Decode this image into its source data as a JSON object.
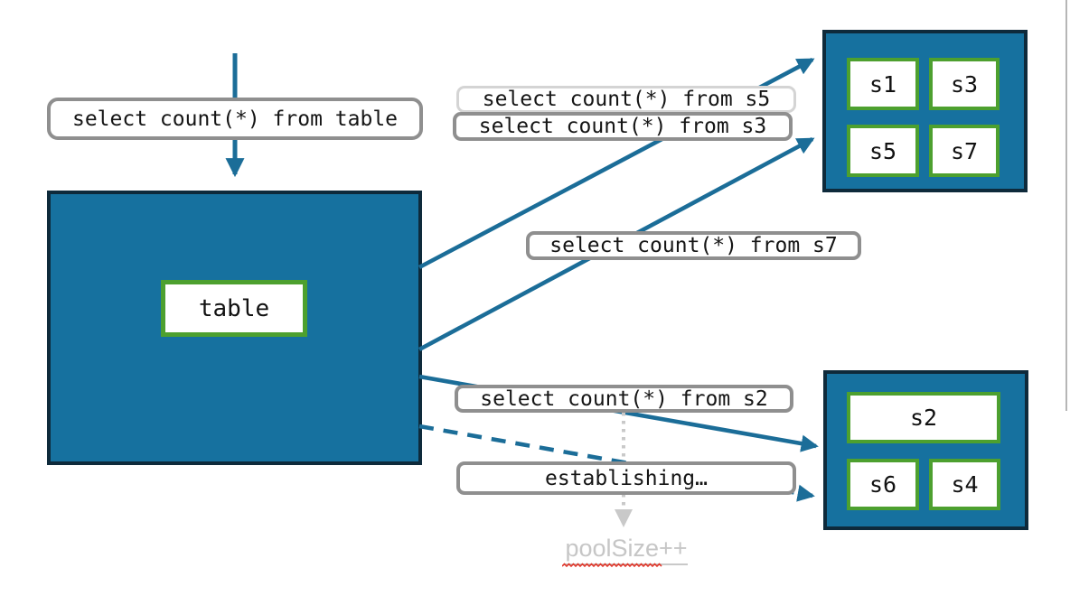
{
  "table_box": {
    "label": "table"
  },
  "queries": {
    "table": "select count(*) from table",
    "s5": "select count(*) from s5",
    "s3": "select count(*) from s3",
    "s7": "select count(*) from s7",
    "s2": "select count(*) from s2",
    "establishing": "establishing…",
    "pool_size": "poolSize++"
  },
  "shards_top": {
    "items": [
      {
        "label": "s1"
      },
      {
        "label": "s3"
      },
      {
        "label": "s5"
      },
      {
        "label": "s7"
      }
    ]
  },
  "shards_bottom": {
    "items": [
      {
        "label": "s2"
      },
      {
        "label": "s6"
      },
      {
        "label": "s4"
      }
    ]
  },
  "arrows": [
    {
      "from": "top",
      "to": "table-box",
      "style": "solid"
    },
    {
      "from": "table-box",
      "to": "shard-pool-top",
      "style": "solid"
    },
    {
      "from": "table-box",
      "to": "shard-pool-top",
      "style": "solid"
    },
    {
      "from": "table-box",
      "to": "shard-pool-bottom",
      "style": "solid"
    },
    {
      "from": "table-box",
      "to": "shard-pool-bottom",
      "style": "dashed"
    },
    {
      "from": "query-from-s2",
      "to": "pool-size-note",
      "style": "dotted"
    }
  ],
  "colors": {
    "box_fill": "#16719f",
    "box_border": "#0e2a3b",
    "shard_border": "#4da02f",
    "arrow": "#1b6d98",
    "label_border": "#8f8f8f",
    "label_border_light": "#d4d4d4",
    "text": "#151515",
    "muted_text": "#c6c6c6",
    "muted_arrow": "#c9c9c9",
    "squiggle_red": "#e0392d",
    "edge_line": "#b6b6b6"
  }
}
